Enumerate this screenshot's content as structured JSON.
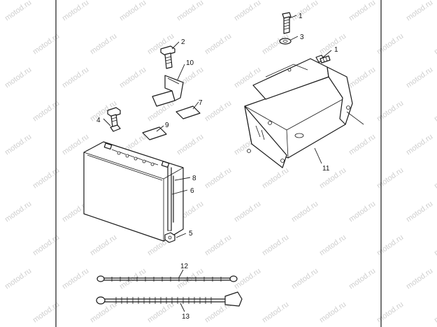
{
  "watermark": "motod.ru",
  "callouts": {
    "c1a": "1",
    "c1b": "1",
    "c2": "2",
    "c3": "3",
    "c4": "4",
    "c5": "5",
    "c6": "6",
    "c7": "7",
    "c8": "8",
    "c9": "9",
    "c10": "10",
    "c11": "11",
    "c12": "12",
    "c13": "13"
  }
}
